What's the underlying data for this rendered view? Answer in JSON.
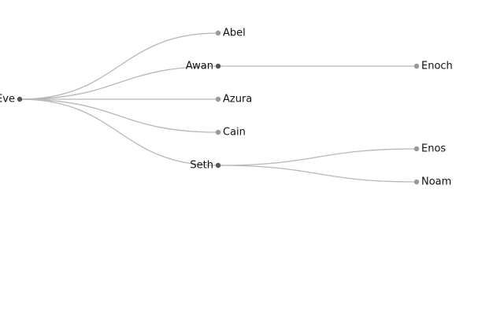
{
  "tree": {
    "root": "Eve",
    "nodes": [
      {
        "id": "eve",
        "label": "Eve",
        "parent": null,
        "depth": 0,
        "has_children": true
      },
      {
        "id": "abel",
        "label": "Abel",
        "parent": "eve",
        "depth": 1,
        "has_children": false
      },
      {
        "id": "awan",
        "label": "Awan",
        "parent": "eve",
        "depth": 1,
        "has_children": true
      },
      {
        "id": "azura",
        "label": "Azura",
        "parent": "eve",
        "depth": 1,
        "has_children": false
      },
      {
        "id": "cain",
        "label": "Cain",
        "parent": "eve",
        "depth": 1,
        "has_children": false
      },
      {
        "id": "seth",
        "label": "Seth",
        "parent": "eve",
        "depth": 1,
        "has_children": true
      },
      {
        "id": "enoch",
        "label": "Enoch",
        "parent": "awan",
        "depth": 2,
        "has_children": false
      },
      {
        "id": "enos",
        "label": "Enos",
        "parent": "seth",
        "depth": 2,
        "has_children": false
      },
      {
        "id": "noam",
        "label": "Noam",
        "parent": "seth",
        "depth": 2,
        "has_children": false
      }
    ]
  },
  "colors": {
    "link": "#b8b8b8",
    "inner_node": "#555555",
    "leaf_node": "#999999",
    "label": "#111111"
  }
}
